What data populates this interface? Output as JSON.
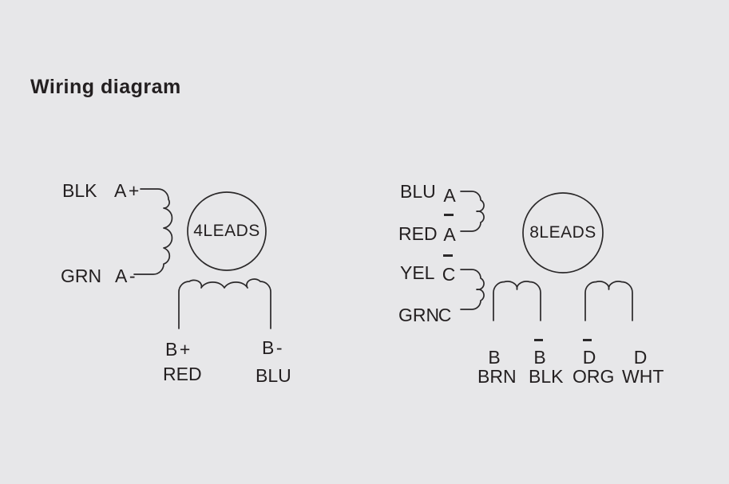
{
  "title": "Wiring diagram",
  "colors": {
    "background": "#e7e7e9",
    "line": "#2b292a",
    "text": "#231f20"
  },
  "motor_4leads": {
    "label": "4LEADS",
    "phase_a": {
      "plus": {
        "wire_color": "BLK",
        "terminal": "A+"
      },
      "minus": {
        "wire_color": "GRN",
        "terminal": "A-"
      }
    },
    "phase_b": {
      "plus": {
        "terminal": "B+",
        "wire_color": "RED"
      },
      "minus": {
        "terminal": "B-",
        "wire_color": "BLU"
      }
    }
  },
  "motor_8leads": {
    "label": "8LEADS",
    "left_leads": [
      {
        "wire_color": "BLU",
        "terminal": "A",
        "overbar": false
      },
      {
        "wire_color": "RED",
        "terminal": "A",
        "overbar": true
      },
      {
        "wire_color": "YEL",
        "terminal": "C",
        "overbar": true
      },
      {
        "wire_color": "GRN",
        "terminal": "C",
        "overbar": false
      }
    ],
    "bottom_leads": [
      {
        "terminal": "B",
        "overbar": false,
        "wire_color": "BRN"
      },
      {
        "terminal": "B",
        "overbar": true,
        "wire_color": "BLK"
      },
      {
        "terminal": "D",
        "overbar": true,
        "wire_color": "ORG"
      },
      {
        "terminal": "D",
        "overbar": false,
        "wire_color": "WHT"
      }
    ]
  }
}
